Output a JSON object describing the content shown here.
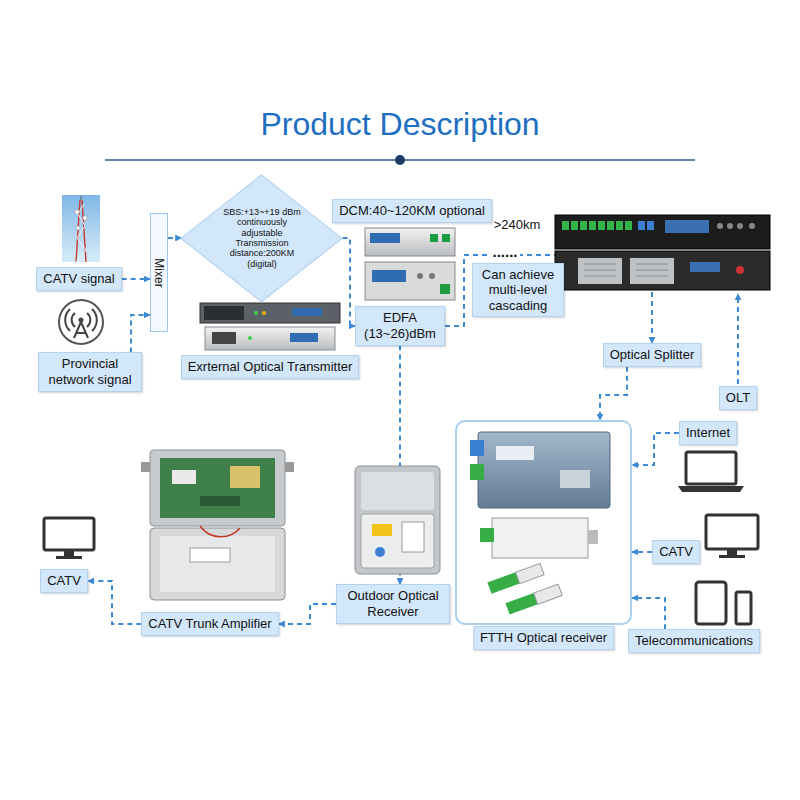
{
  "diagram": {
    "title": "Product Description",
    "nodes": [
      {
        "text": [
          "CATV signal"
        ]
      },
      {
        "text": [
          "Provincial network signal"
        ]
      },
      {
        "text": [
          "Mixer"
        ]
      },
      {
        "text": [
          "SBS:+13~+19 dBm continuously adjustable Transmission distance:200KM (digital)"
        ]
      },
      {
        "text": [
          "Exrternal Optical Transmitter"
        ]
      },
      {
        "text": [
          "DCM:40~120KM optional"
        ]
      },
      {
        "text": [
          "EDFA (13~26)dBm"
        ]
      },
      {
        "text": [
          "Can achieve multi-level cascading"
        ]
      },
      {
        "text": [
          "Optical Splitter"
        ]
      },
      {
        "text": [
          "OLT"
        ]
      },
      {
        "text": [
          "Internet"
        ]
      },
      {
        "text": [
          "FTTH Optical receiver"
        ]
      },
      {
        "text": [
          "CATV"
        ]
      },
      {
        "text": [
          "Telecommunications"
        ]
      },
      {
        "text": [
          "Outdoor Optical Receiver"
        ]
      },
      {
        "text": [
          "CATV Trunk Amplifier"
        ]
      },
      {
        "text": [
          "CATV"
        ]
      }
    ],
    "edges": [
      {
        "from": 0,
        "to": 2,
        "arrow": "to"
      },
      {
        "from": 1,
        "to": 2,
        "arrow": "to"
      },
      {
        "from": 2,
        "to": 3,
        "arrow": "to"
      },
      {
        "from": 3,
        "to": 6,
        "arrow": "to"
      },
      {
        "from": 6,
        "to": 8,
        "arrow": "to"
      },
      {
        "from": 8,
        "to": 11,
        "arrow": "to"
      },
      {
        "from": 10,
        "to": 11,
        "arrow": "to"
      },
      {
        "from": 12,
        "to": 11,
        "arrow": "to"
      },
      {
        "from": 13,
        "to": 11,
        "arrow": "to"
      },
      {
        "from": 6,
        "to": 14,
        "arrow": "to"
      },
      {
        "from": 14,
        "to": 15,
        "arrow": "to"
      },
      {
        "from": 15,
        "to": 16,
        "arrow": "to"
      }
    ],
    "labels": [
      ">240km",
      "......"
    ]
  }
}
